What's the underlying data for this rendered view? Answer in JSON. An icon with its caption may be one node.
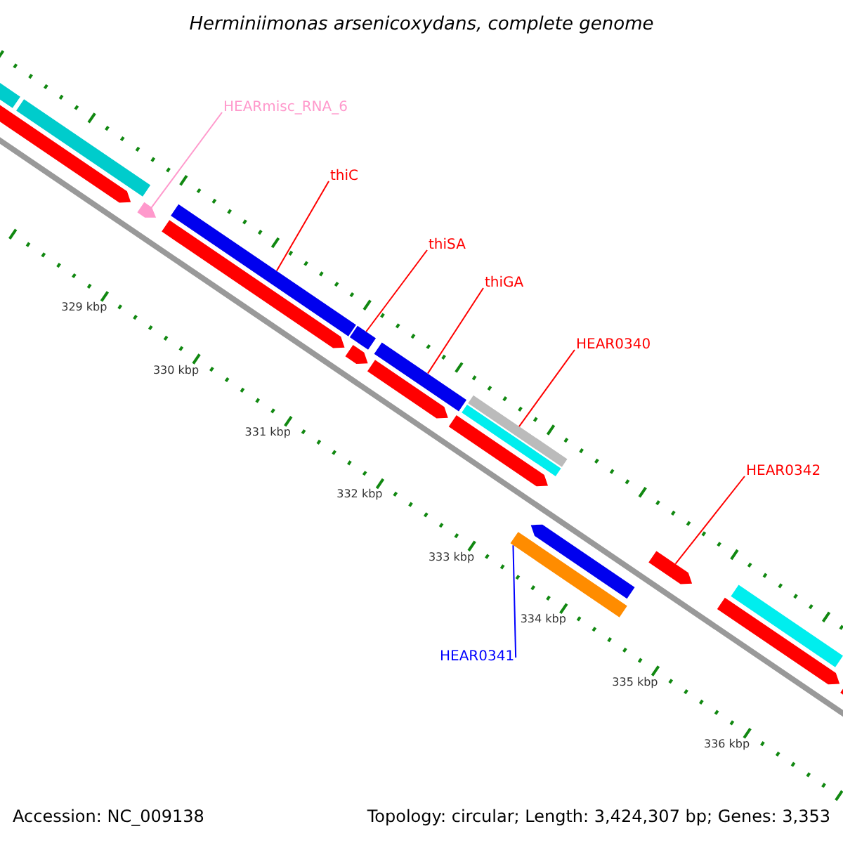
{
  "diagram": {
    "title": "Herminiimonas arsenicoxydans, complete genome",
    "nodes": [
      {
        "text": [
          "HEARmisc_RNA_6"
        ]
      },
      {
        "text": [],
        "shape": "bar"
      },
      {
        "text": [
          "thiC"
        ]
      },
      {
        "text": [],
        "shape": "bar"
      },
      {
        "text": [
          "thiSA"
        ]
      },
      {
        "text": [],
        "shape": "bar"
      },
      {
        "text": [
          "thiGA"
        ]
      },
      {
        "text": [],
        "shape": "bar"
      },
      {
        "text": [
          "HEAR0340"
        ]
      },
      {
        "text": [],
        "shape": "bar"
      },
      {
        "text": [
          "HEAR0342"
        ]
      },
      {
        "text": [],
        "shape": "bar"
      },
      {
        "text": [
          "HEAR0341"
        ]
      },
      {
        "text": [],
        "shape": "bar"
      },
      {
        "text": [],
        "shape": "bar"
      },
      {
        "text": [],
        "shape": "bar"
      },
      {
        "text": [],
        "shape": "bar"
      },
      {
        "text": [],
        "shape": "bar"
      },
      {
        "text": [],
        "shape": "bar"
      },
      {
        "text": [],
        "shape": "bar"
      },
      {
        "text": [],
        "shape": "bar"
      },
      {
        "text": [],
        "shape": "bar"
      },
      {
        "text": [],
        "shape": "bar"
      },
      {
        "text": [],
        "shape": "bar"
      },
      {
        "text": [],
        "shape": "bar"
      },
      {
        "text": [],
        "shape": "bar"
      }
    ],
    "edges": [
      {
        "from": 0,
        "to": 1,
        "arrow": "none",
        "color": "#ff99cc"
      },
      {
        "from": 2,
        "to": 3,
        "arrow": "none"
      },
      {
        "from": 4,
        "to": 5,
        "arrow": "none"
      },
      {
        "from": 6,
        "to": 7,
        "arrow": "none"
      },
      {
        "from": 8,
        "to": 9,
        "arrow": "none"
      },
      {
        "from": 10,
        "to": 11,
        "arrow": "none"
      },
      {
        "from": 12,
        "to": 13,
        "arrow": "none",
        "color": "#0000ff"
      }
    ],
    "labels": [
      "329 kbp",
      "330 kbp",
      "331 kbp",
      "332 kbp",
      "333 kbp",
      "334 kbp",
      "335 kbp",
      "336 kbp",
      "Accession: NC_009138",
      "Topology: circular; Length: 3,424,307 bp; Genes: 3,353"
    ]
  }
}
